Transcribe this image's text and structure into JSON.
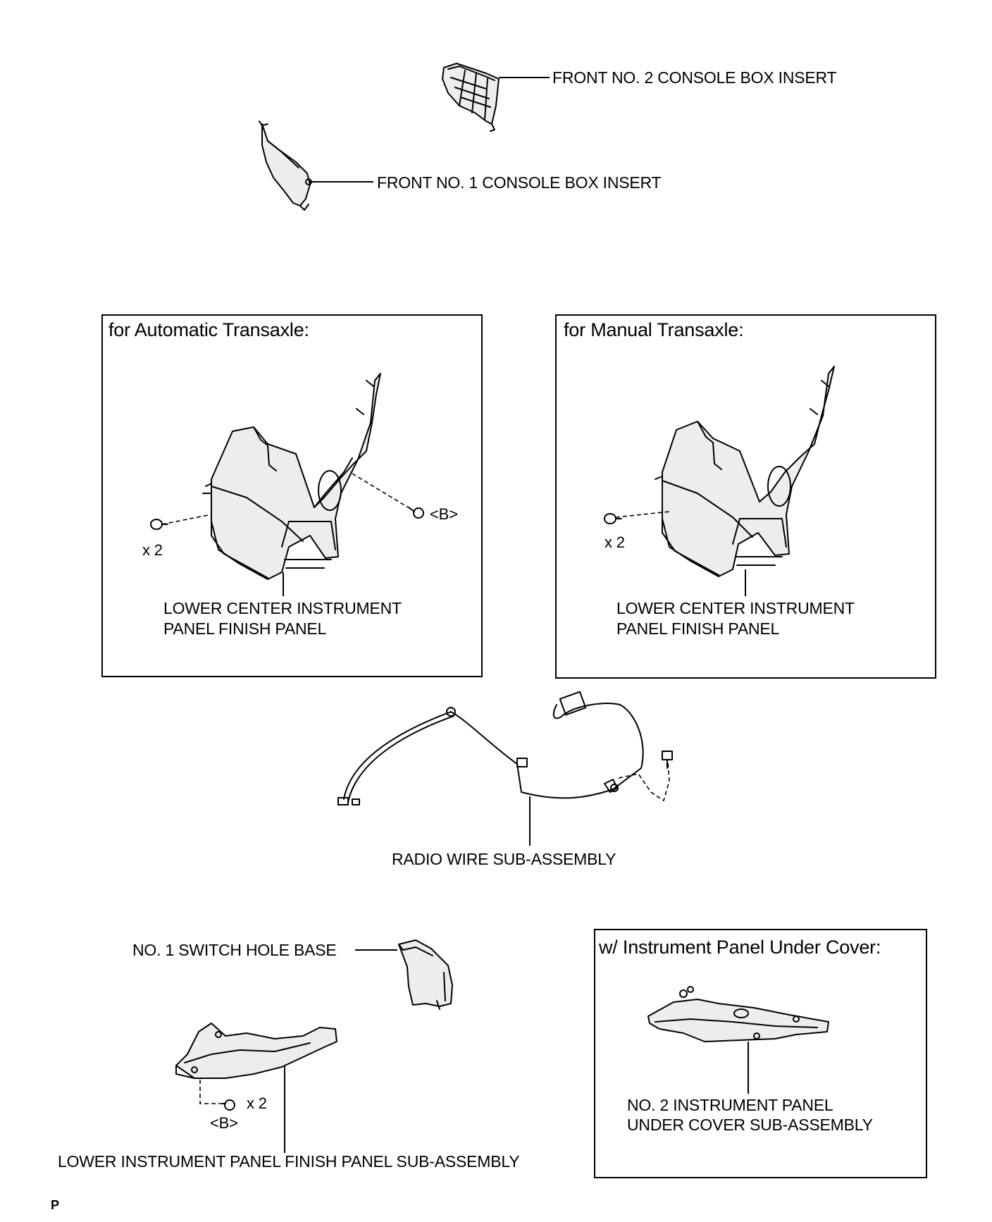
{
  "labels": {
    "front_no2_console_box_insert": "FRONT NO. 2 CONSOLE BOX INSERT",
    "front_no1_console_box_insert": "FRONT NO. 1 CONSOLE BOX INSERT",
    "auto_panel_line1": "LOWER CENTER INSTRUMENT",
    "auto_panel_line2": "PANEL FINISH PANEL",
    "manual_panel_line1": "LOWER CENTER INSTRUMENT",
    "manual_panel_line2": "PANEL FINISH PANEL",
    "radio_wire": "RADIO WIRE SUB-ASSEMBLY",
    "switch_hole_base": "NO. 1 SWITCH HOLE BASE",
    "lower_finish_panel": "LOWER INSTRUMENT PANEL FINISH PANEL SUB-ASSEMBLY",
    "under_cover_line1": "NO. 2 INSTRUMENT PANEL",
    "under_cover_line2": "UNDER COVER SUB-ASSEMBLY"
  },
  "boxes": {
    "automatic": "for Automatic Transaxle:",
    "manual": "for Manual Transaxle:",
    "under_cover": "w/ Instrument Panel Under Cover:"
  },
  "fasteners": {
    "auto_clip_qty": "x 2",
    "auto_screw_ref": "<B>",
    "manual_clip_qty": "x 2",
    "lower_panel_qty": "x 2",
    "lower_panel_ref": "<B>"
  },
  "corner_mark": "P"
}
